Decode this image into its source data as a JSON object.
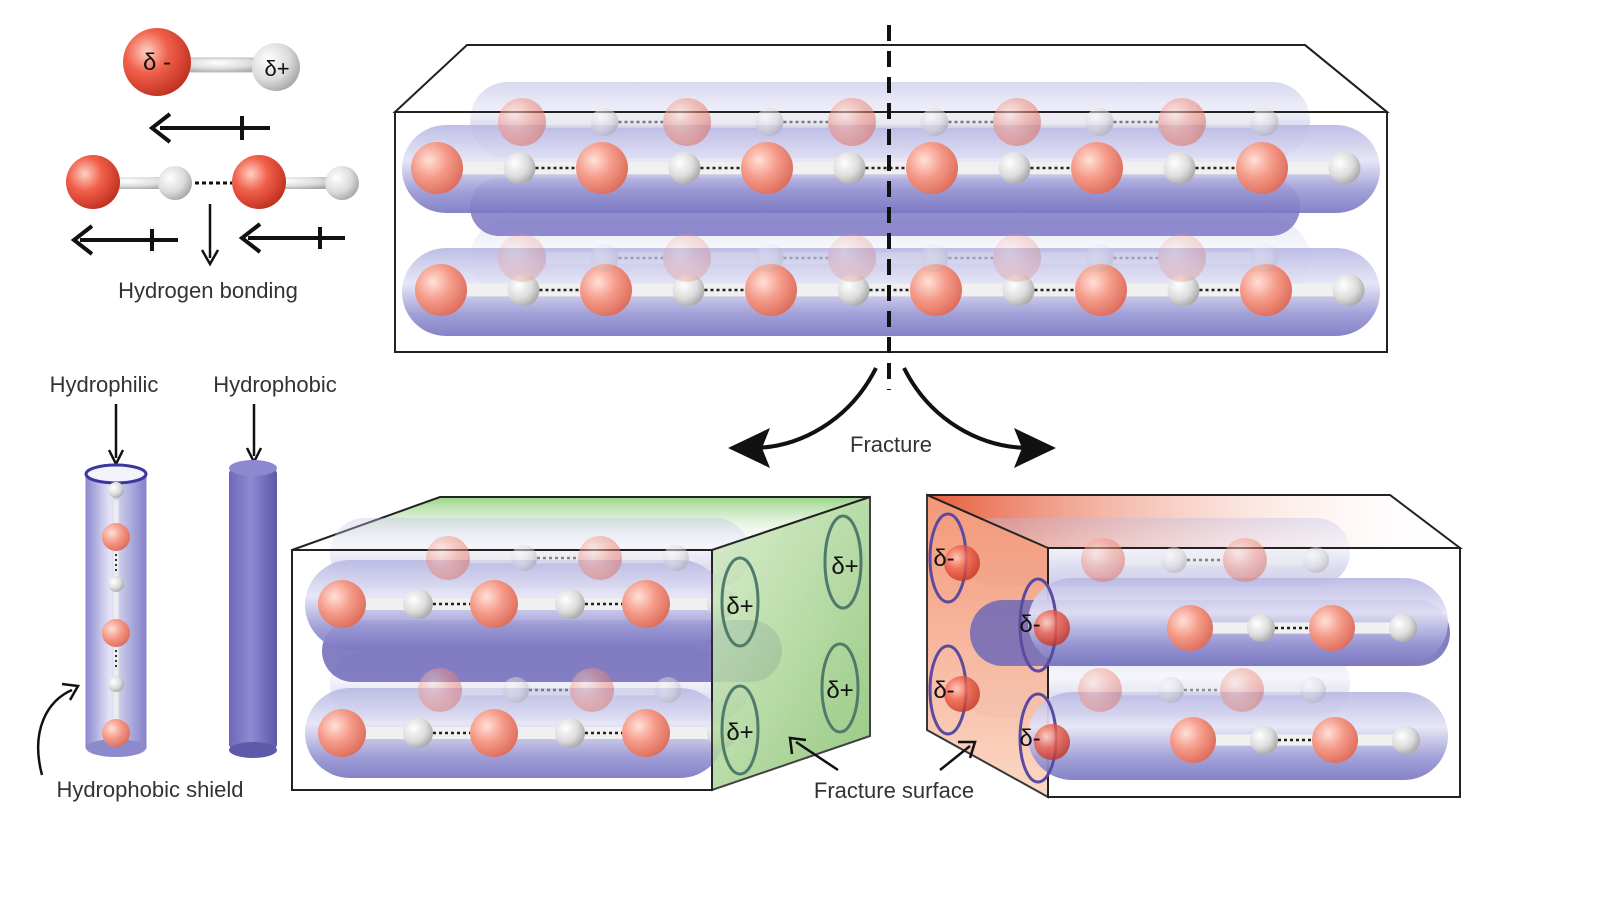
{
  "legend": {
    "delta_minus": "δ -",
    "delta_plus": "δ+",
    "caption": "Hydrogen bonding"
  },
  "tubes_legend": {
    "hydrophilic": "Hydrophilic",
    "hydrophobic": "Hydrophobic",
    "shield": "Hydrophobic shield"
  },
  "fracture": {
    "label": "Fracture",
    "surface_label": "Fracture surface",
    "left_charges": [
      "δ+",
      "δ+",
      "δ+",
      "δ+"
    ],
    "right_charges": [
      "δ-",
      "δ-",
      "δ-",
      "δ-"
    ]
  },
  "colors": {
    "oxygen": "#e8503a",
    "hydrogen": "#d9d9d9",
    "tube": "#8f8fd0",
    "tube_dark": "#6a64b8",
    "green_face": "#9fd08a",
    "red_face": "#f2a07c",
    "outline": "#222222"
  }
}
